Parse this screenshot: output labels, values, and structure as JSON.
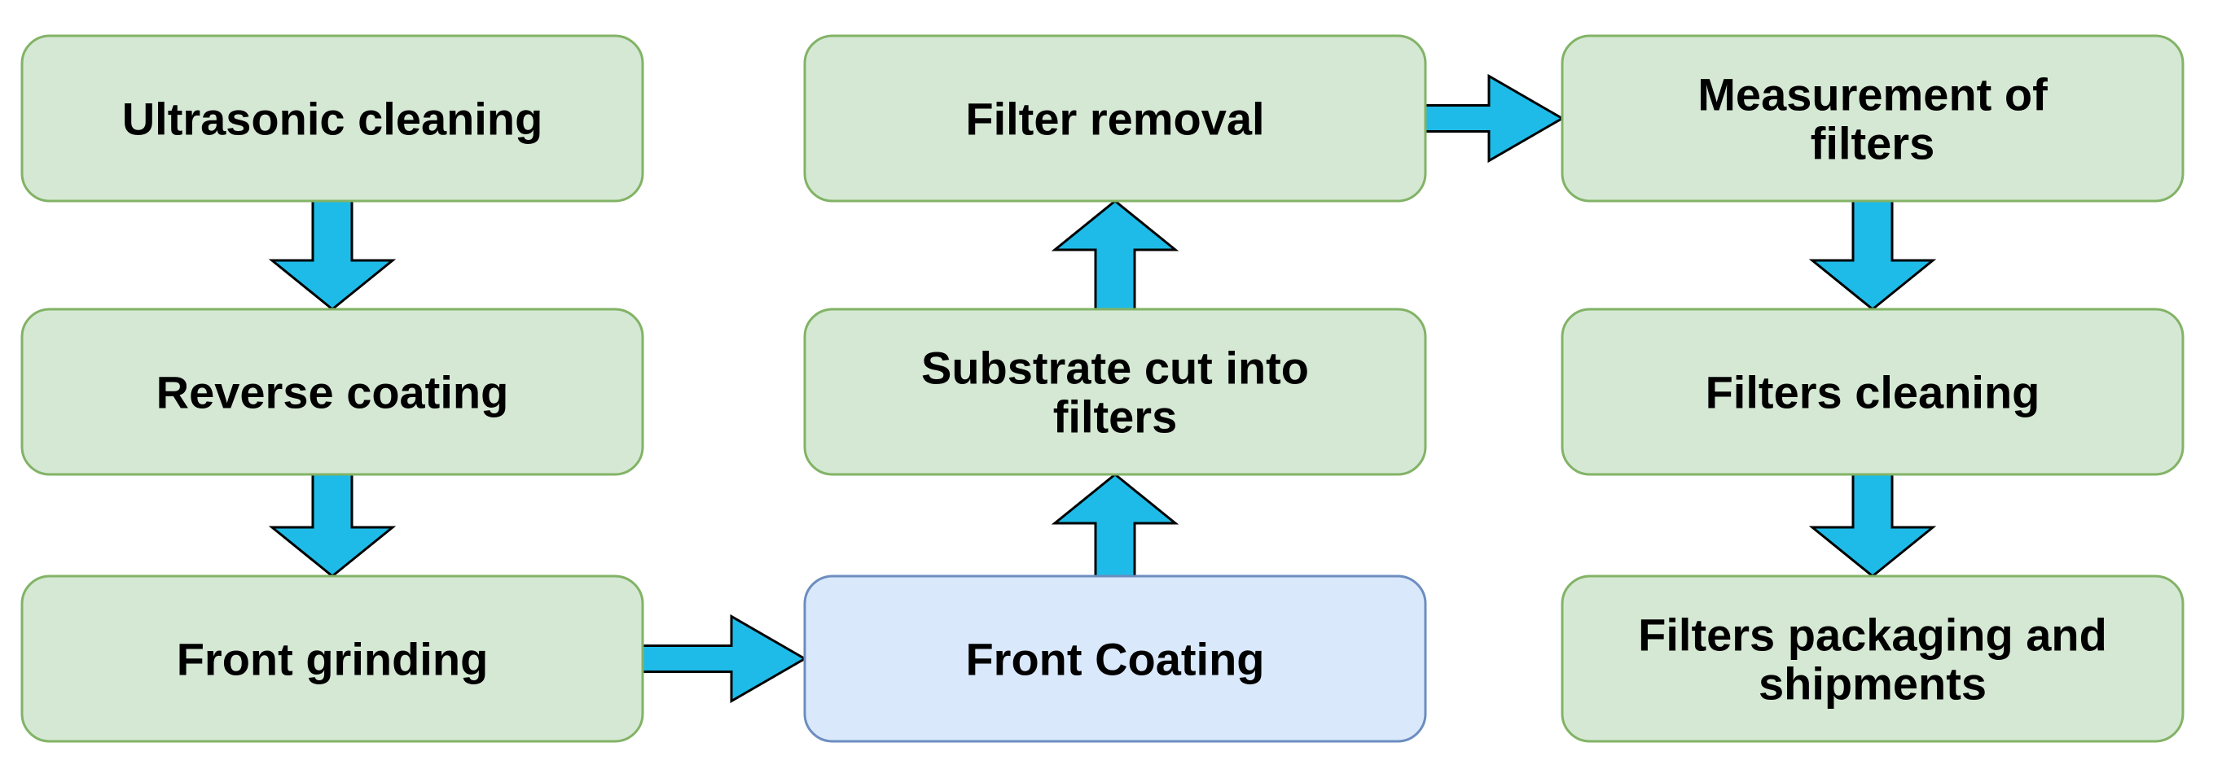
{
  "colors": {
    "box_green_fill": "#d5e8d4",
    "box_green_stroke": "#82b366",
    "box_blue_fill": "#dae8fc",
    "box_blue_stroke": "#6c8ebf",
    "arrow_fill": "#1ebbe8"
  },
  "steps": [
    {
      "id": "ultrasonic-cleaning",
      "lines": [
        "Ultrasonic cleaning"
      ],
      "style": "green"
    },
    {
      "id": "reverse-coating",
      "lines": [
        "Reverse coating"
      ],
      "style": "green"
    },
    {
      "id": "front-grinding",
      "lines": [
        "Front grinding"
      ],
      "style": "green"
    },
    {
      "id": "front-coating",
      "lines": [
        "Front Coating"
      ],
      "style": "blue"
    },
    {
      "id": "substrate-cut",
      "lines": [
        "Substrate cut into",
        "filters"
      ],
      "style": "green"
    },
    {
      "id": "filter-removal",
      "lines": [
        "Filter removal"
      ],
      "style": "green"
    },
    {
      "id": "measurement-of-filters",
      "lines": [
        "Measurement of",
        "filters"
      ],
      "style": "green"
    },
    {
      "id": "filters-cleaning",
      "lines": [
        "Filters cleaning"
      ],
      "style": "green"
    },
    {
      "id": "filters-packaging",
      "lines": [
        "Filters packaging and",
        "shipments"
      ],
      "style": "green"
    }
  ],
  "flow": [
    {
      "from": "ultrasonic-cleaning",
      "to": "reverse-coating",
      "direction": "down"
    },
    {
      "from": "reverse-coating",
      "to": "front-grinding",
      "direction": "down"
    },
    {
      "from": "front-grinding",
      "to": "front-coating",
      "direction": "right"
    },
    {
      "from": "front-coating",
      "to": "substrate-cut",
      "direction": "up"
    },
    {
      "from": "substrate-cut",
      "to": "filter-removal",
      "direction": "up"
    },
    {
      "from": "filter-removal",
      "to": "measurement-of-filters",
      "direction": "right"
    },
    {
      "from": "measurement-of-filters",
      "to": "filters-cleaning",
      "direction": "down"
    },
    {
      "from": "filters-cleaning",
      "to": "filters-packaging",
      "direction": "down"
    }
  ]
}
